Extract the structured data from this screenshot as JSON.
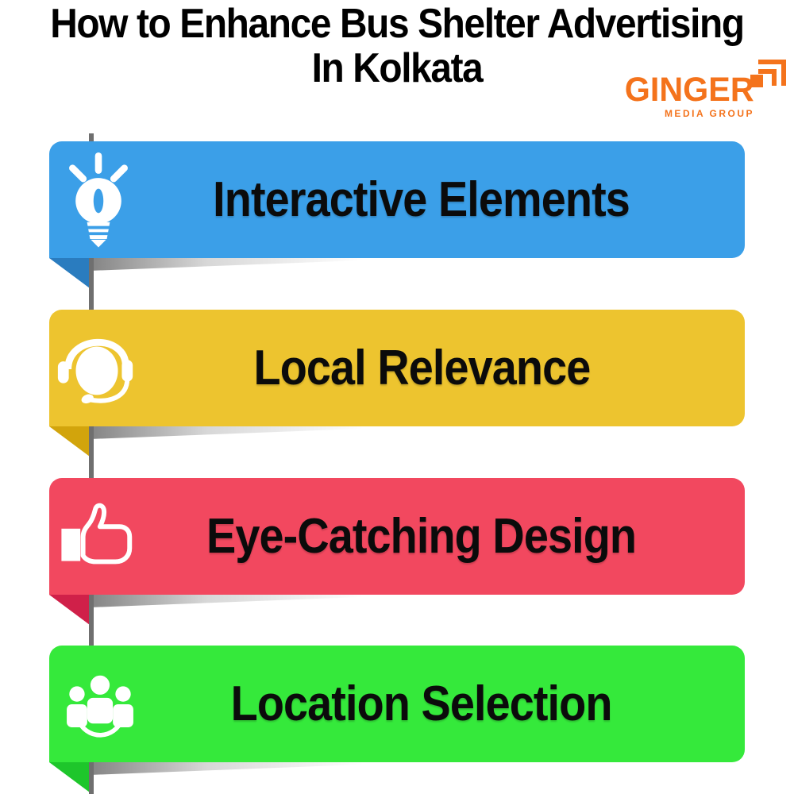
{
  "header": {
    "title_line1": "How to Enhance Bus Shelter Advertising",
    "title_line2": "In Kolkata"
  },
  "logo": {
    "name": "GINGER",
    "tagline": "MEDIA GROUP",
    "color": "#F4731C",
    "icon": "steps-logo-icon"
  },
  "items": [
    {
      "label": "Interactive Elements",
      "icon": "lightbulb-icon",
      "color": "#3B9FE8",
      "fold_color": "#2A7CBF"
    },
    {
      "label": "Local Relevance",
      "icon": "headset-icon",
      "color": "#EDC42F",
      "fold_color": "#D2A40C"
    },
    {
      "label": "Eye-Catching Design",
      "icon": "thumbs-up-icon",
      "color": "#F2485F",
      "fold_color": "#D02049"
    },
    {
      "label": "Location Selection",
      "icon": "people-group-icon",
      "color": "#35E93B",
      "fold_color": "#1EC62B"
    }
  ],
  "colors": {
    "timeline": "#6F6F6F",
    "title_text": "#000000",
    "label_text": "#0B0B0B",
    "icon_fill": "#FFFFFF"
  }
}
